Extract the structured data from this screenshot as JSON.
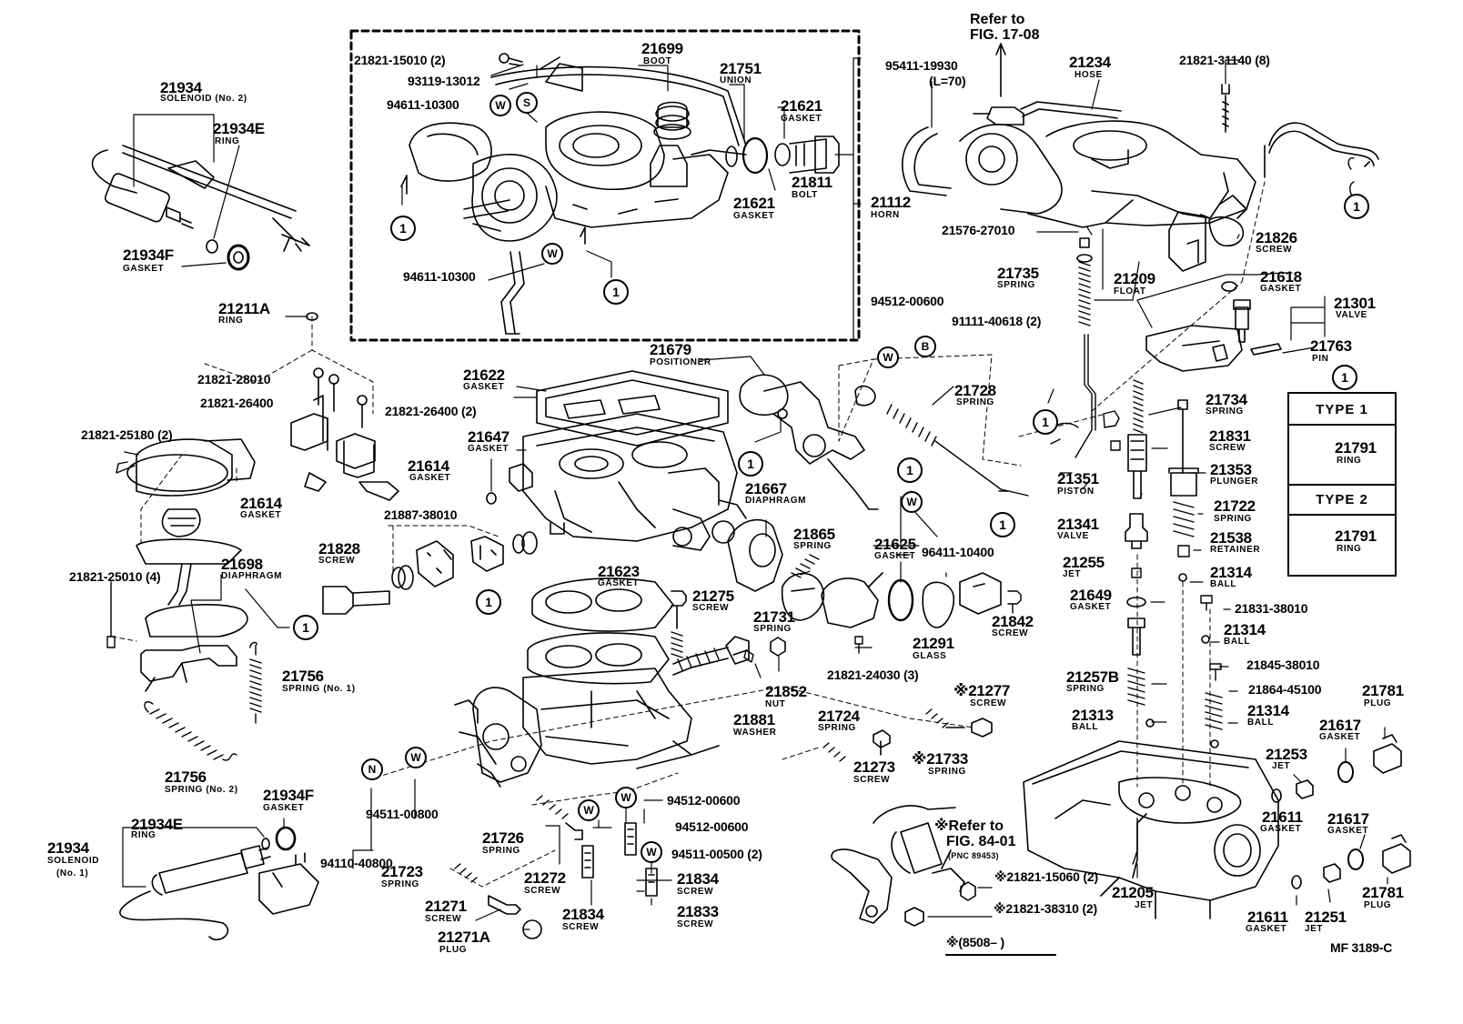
{
  "labels": {
    "refer_top_1": "Refer to",
    "refer_top_2": "FIG. 17-08",
    "p21934_top": "21934",
    "solenoid_no2": "SOLENOID (No. 2)",
    "p21934e_top": "21934E",
    "ring": "RING",
    "p21934f_top": "21934F",
    "gasket": "GASKET",
    "p21821_15010": "21821-15010 (2)",
    "p93119": "93119-13012",
    "p94611_a": "94611-10300",
    "p94611_b": "94611-10300",
    "p21699": "21699",
    "boot": "BOOT",
    "p21751": "21751",
    "union": "UNION",
    "p21621_a": "21621",
    "p21621_b": "21621",
    "p21811": "21811",
    "bolt": "BOLT",
    "p21112": "21112",
    "horn": "HORN",
    "p95411": "95411-19930",
    "l70": "(L=70)",
    "p21234": "21234",
    "hose": "HOSE",
    "p21821_31140": "21821-31140 (8)",
    "p21576": "21576-27010",
    "p21826": "21826",
    "screw": "SCREW",
    "p21735": "21735",
    "spring": "SPRING",
    "p21209": "21209",
    "float": "FLOAT",
    "p21618": "21618",
    "p21301": "21301",
    "valve": "VALVE",
    "p94512_top": "94512-00600",
    "p91111": "91111-40618 (2)",
    "p21763": "21763",
    "pin": "PIN",
    "p21211a": "21211A",
    "p21821_28010": "21821-28010",
    "p21821_26400": "21821-26400",
    "p21821_26400_2": "21821-26400 (2)",
    "p21622": "21622",
    "p21679": "21679",
    "positioner": "POSITIONER",
    "p21728": "21728",
    "p21734": "21734",
    "p21831": "21831",
    "p21353": "21353",
    "plunger": "PLUNGER",
    "p21351": "21351",
    "piston": "PISTON",
    "p21722": "21722",
    "p21341": "21341",
    "p21538": "21538",
    "retainer": "RETAINER",
    "p21255": "21255",
    "jet": "JET",
    "p21314_a": "21314",
    "ball": "BALL",
    "p21649": "21649",
    "p21831_38010": "21831-38010",
    "p21314_b": "21314",
    "p21845": "21845-38010",
    "p21257b": "21257B",
    "p21864": "21864-45100",
    "p21313": "21313",
    "p21314_c": "21314",
    "p21781_a": "21781",
    "plug": "PLUG",
    "p21617_a": "21617",
    "p21253": "21253",
    "p21611_a": "21611",
    "p21617_b": "21617",
    "p21781_b": "21781",
    "p21205": "21205",
    "p21611_b": "21611",
    "p21251": "21251",
    "mf": "MF  3189-C",
    "p21821_25180": "21821-25180 (2)",
    "p21614_a": "21614",
    "p21614_b": "21614",
    "p21647": "21647",
    "p21887": "21887-38010",
    "p21667": "21667",
    "diaphragm": "DIAPHRAGM",
    "p21865": "21865",
    "p21625": "21625",
    "p96411": "96411-10400",
    "p21828": "21828",
    "p21698": "21698",
    "p21821_25010": "21821-25010 (4)",
    "p21623": "21623",
    "p21275": "21275",
    "p21731": "21731",
    "p21291": "21291",
    "glass": "GLASS",
    "p21842": "21842",
    "p21821_24030": "21821-24030 (3)",
    "p21852": "21852",
    "nut": "NUT",
    "p21881": "21881",
    "washer": "WASHER",
    "p21277": "※21277",
    "p21724": "21724",
    "p21273": "21273",
    "p21733": "※21733",
    "p21756_a": "21756",
    "spring_no1": "SPRING (No. 1)",
    "p21756_b": "21756",
    "spring_no2": "SPRING (No. 2)",
    "p21934f_bot": "21934F",
    "p21934e_bot": "21934E",
    "p21934_bot": "21934",
    "solenoid": "SOLENOID",
    "no1": "(No. 1)",
    "p94511_00800": "94511-00800",
    "p94110": "94110-40800",
    "p94512_a": "94512-00600",
    "p94512_b": "94512-00600",
    "p94511_00500": "94511-00500 (2)",
    "p21726": "21726",
    "p21723": "21723",
    "p21272": "21272",
    "p21271": "21271",
    "p21271a": "21271A",
    "p21834_a": "21834",
    "p21834_b": "21834",
    "p21833": "21833",
    "refer_bot_1": "※Refer to",
    "refer_bot_2": "FIG. 84-01",
    "pnc": "(PNC 89453)",
    "p21821_15060": "※21821-15060 (2)",
    "p21821_38310": "※21821-38310 (2)",
    "bottom_note": "※(8508–        )",
    "type1": "TYPE  1",
    "type2": "TYPE  2",
    "p21791_a": "21791",
    "p21791_b": "21791"
  },
  "callouts": {
    "one": "1",
    "w": "W",
    "s": "S",
    "b": "B",
    "n": "N"
  }
}
